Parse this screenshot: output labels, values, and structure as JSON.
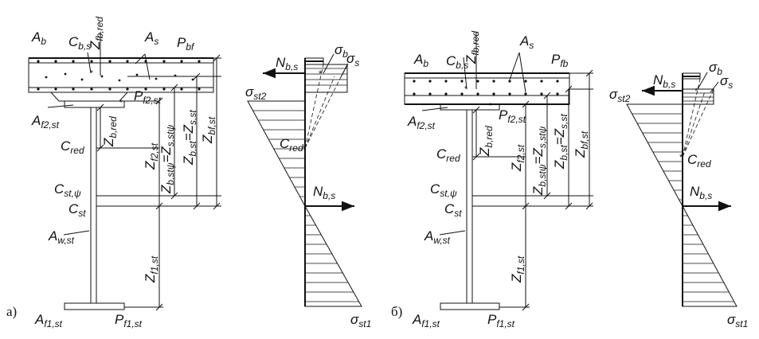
{
  "panel_a": {
    "letter": "a)",
    "A_b": [
      "A",
      "b"
    ],
    "C_bs": [
      "C",
      "b,s"
    ],
    "Z_fbred": [
      "Z",
      "fb,red"
    ],
    "A_s": [
      "A",
      "s"
    ],
    "P_bf": [
      "P",
      "bf"
    ],
    "P_f2st": [
      "P",
      "f2,st"
    ],
    "A_f2st": [
      "A",
      "f2,st"
    ],
    "Z_bred": [
      "Z",
      "b,red"
    ],
    "C_red": [
      "C",
      "red"
    ],
    "Z_f2st": [
      "Z",
      "f2,st"
    ],
    "Z_bstpsi": [
      "Z",
      "b,stψ",
      "=Z",
      "s,stψ"
    ],
    "Z_bst": [
      "Z",
      "b,st",
      "=Z",
      "s,st"
    ],
    "Z_bfst": [
      "Z",
      "bf,st"
    ],
    "C_stpsi": [
      "C",
      "st,ψ"
    ],
    "C_st": [
      "C",
      "st"
    ],
    "A_wst": [
      "A",
      "w,st"
    ],
    "Z_f1st": [
      "Z",
      "f1,st"
    ],
    "A_f1st": [
      "A",
      "f1,st"
    ],
    "P_f1st": [
      "P",
      "f1,st"
    ]
  },
  "stress_a": {
    "N_bs_top": [
      "N",
      "b,s"
    ],
    "sigma_b": [
      "σ",
      "b"
    ],
    "sigma_s": [
      "σ",
      "s"
    ],
    "sigma_st2": [
      "σ",
      "st2"
    ],
    "C_red": [
      "C",
      "red"
    ],
    "N_bs_mid": [
      "N",
      "b,s"
    ],
    "sigma_st1": [
      "σ",
      "st1"
    ]
  },
  "panel_b": {
    "letter": "б)",
    "A_b": [
      "A",
      "b"
    ],
    "C_bs": [
      "C",
      "b,s"
    ],
    "Z_fbred": [
      "Z",
      "fb,red"
    ],
    "A_s": [
      "A",
      "s"
    ],
    "P_fb": [
      "P",
      "fb"
    ],
    "A_f2st": [
      "A",
      "f2,st"
    ],
    "P_f2st": [
      "P",
      "f2,st"
    ],
    "Z_bred": [
      "Z",
      "b,red"
    ],
    "C_red": [
      "C",
      "red"
    ],
    "Z_f2st": [
      "Z",
      "f2,st"
    ],
    "Z_bstpsi": [
      "Z",
      "b,stψ",
      "=Z",
      "s,stψ"
    ],
    "Z_bst": [
      "Z",
      "b,st",
      "=Z",
      "s,st"
    ],
    "Z_bfst": [
      "Z",
      "bf,st"
    ],
    "C_stpsi": [
      "C",
      "st,ψ"
    ],
    "C_st": [
      "C",
      "st"
    ],
    "A_wst": [
      "A",
      "w,st"
    ],
    "Z_f1st": [
      "Z",
      "f1,st"
    ],
    "A_f1st": [
      "A",
      "f1,st"
    ],
    "P_f1st": [
      "P",
      "f1,st"
    ]
  },
  "stress_b": {
    "N_bs_top": [
      "N",
      "b,s"
    ],
    "sigma_b": [
      "σ",
      "b"
    ],
    "sigma_s": [
      "σ",
      "s"
    ],
    "sigma_st2": [
      "σ",
      "st2"
    ],
    "C_red": [
      "C",
      "red"
    ],
    "N_bs_mid": [
      "N",
      "b,s"
    ],
    "sigma_st1": [
      "σ",
      "st1"
    ]
  }
}
